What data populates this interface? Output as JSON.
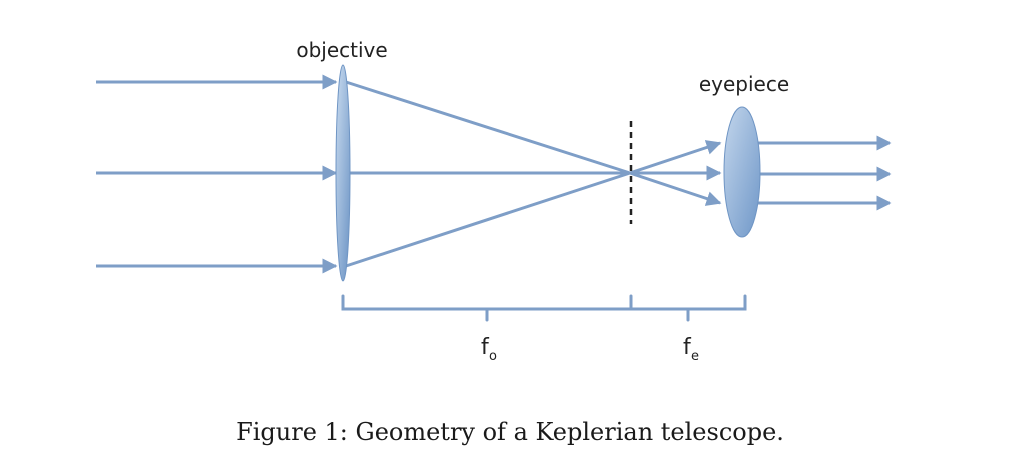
{
  "labels": {
    "objective": "objective",
    "eyepiece": "eyepiece",
    "fo_main": "f",
    "fo_sub": "o",
    "fe_main": "f",
    "fe_sub": "e"
  },
  "caption": "Figure 1: Geometry of a Keplerian telescope.",
  "colors": {
    "ray": "#7e9ec7",
    "bracket": "#7e9ec7",
    "lens_light": "#c3d6ec",
    "lens_dark": "#6d95c6",
    "focal_plane": "#222222",
    "text": "#222222"
  }
}
